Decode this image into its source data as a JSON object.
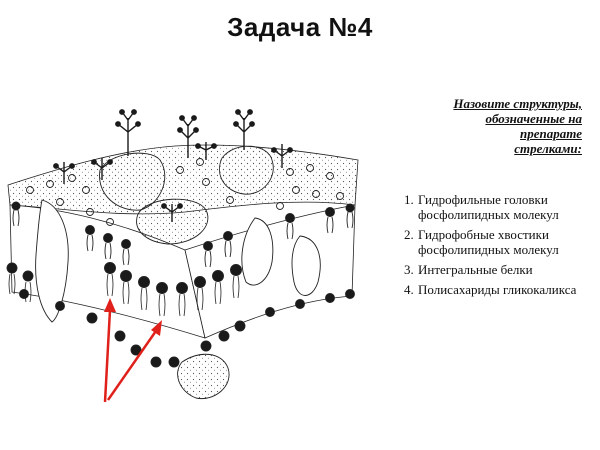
{
  "title": "Задача №4",
  "question": "Назовите структуры,\nобозначенные на\nпрепарате\nстрелками:",
  "answers": [
    {
      "num": "1.",
      "text": "Гидрофильные головки фосфолипидных молекул"
    },
    {
      "num": "2.",
      "text": "Гидрофобные хвостики фосфолипидных молекул"
    },
    {
      "num": "3.",
      "text": "Интегральные белки"
    },
    {
      "num": "4.",
      "text": "Полисахариды гликокаликса"
    }
  ],
  "diagram": {
    "subject": "cell-membrane-fluid-mosaic-model",
    "arrow_color": "#e0201a",
    "ink_color": "#1a1a1a"
  }
}
